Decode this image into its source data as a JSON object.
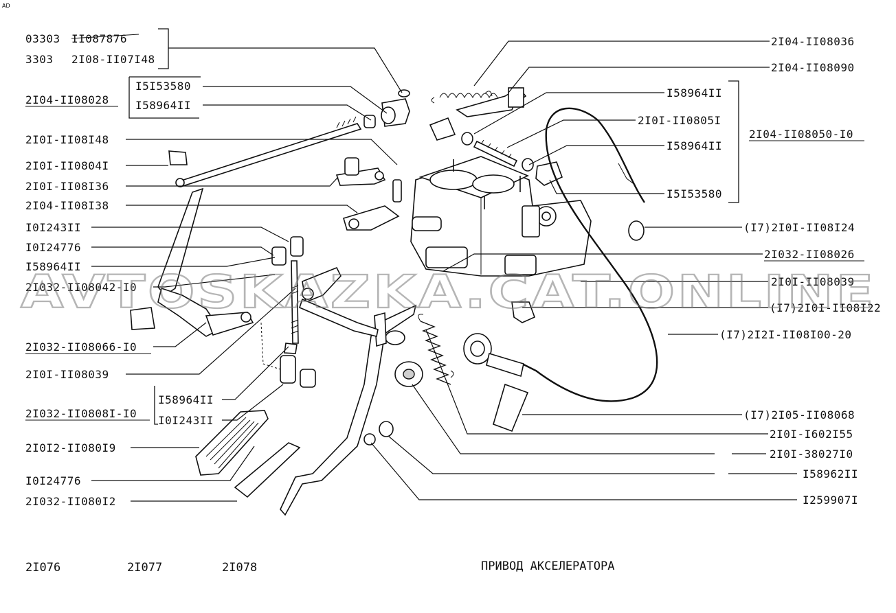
{
  "corner_mark": "AD",
  "watermark": "AVTOSKAZKA.CAT.ONLINE",
  "title": "ПРИВОД АКСЕЛЕРАТОРА",
  "models": [
    "2I076",
    "2I077",
    "2I078"
  ],
  "labels_left": {
    "l01": "03303",
    "l01b": "II087876",
    "l02": "3303",
    "l02b": "2I08-II07I48",
    "l03": "I5I53580",
    "l04": "I58964II",
    "l05": "2I04-II08028",
    "l06": "2I0I-II08I48",
    "l07": "2I0I-II0804I",
    "l08": "2I0I-II08I36",
    "l09": "2I04-II08I38",
    "l10": "I0I243II",
    "l11": "I0I24776",
    "l12": "I58964II",
    "l13": "2I032-II08042-I0",
    "l14": "2I032-II08066-I0",
    "l15": "2I0I-II08039",
    "l16": "I58964II",
    "l17": "2I032-II0808I-I0",
    "l18": "I0I243II",
    "l19": "2I0I2-II080I9",
    "l20": "I0I24776",
    "l21": "2I032-II080I2"
  },
  "labels_right": {
    "r01": "2I04-II08036",
    "r02": "2I04-II08090",
    "r03": "I58964II",
    "r04": "2I0I-II0805I",
    "r05": "2I04-II08050-I0",
    "r06": "I58964II",
    "r07": "I5I53580",
    "r08": "(I7)2I0I-II08I24",
    "r09": "2I032-II08026",
    "r10": "2I0I-II08039",
    "r11": "(I7)2I0I-II08I22",
    "r12": "(I7)2I2I-II08I00-20",
    "r13": "(I7)2I05-II08068",
    "r14": "2I0I-I602I55",
    "r15": "2I0I-38027I0",
    "r16": "I58962II",
    "r17": "I259907I"
  }
}
